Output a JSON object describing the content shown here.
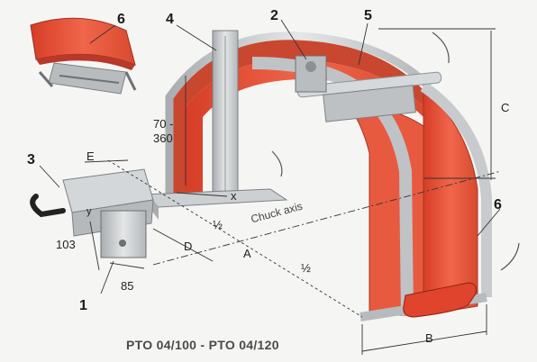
{
  "callouts": {
    "c1": "1",
    "c2": "2",
    "c3": "3",
    "c4": "4",
    "c5": "5",
    "c6_top": "6",
    "c6_right": "6"
  },
  "dimensions": {
    "height_range_top": "70 -",
    "height_range_bottom": "360",
    "x_label": "x",
    "y_label": "y",
    "half_left": "½",
    "half_right": "½",
    "axis_label": "Chuck axis",
    "dim_103": "103",
    "dim_85": "85",
    "letter_A": "A",
    "letter_B": "B",
    "letter_C": "C",
    "letter_D": "D",
    "letter_E": "E"
  },
  "caption": "PTO 04/100 - PTO 04/120",
  "colors": {
    "heater_red": "#e8533a",
    "frame_grey": "#c9ccce",
    "handle_red": "#e0442c",
    "background": "#f5f5f3"
  }
}
